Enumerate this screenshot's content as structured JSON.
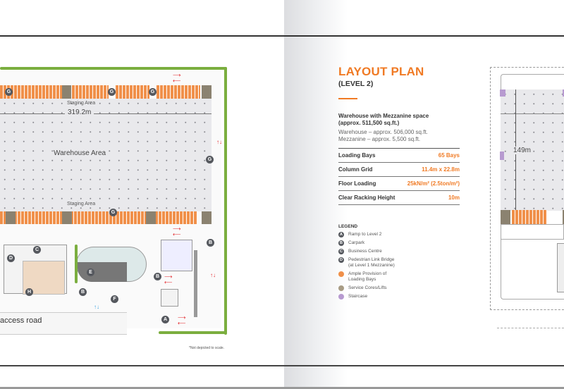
{
  "left_plan": {
    "dimension": "319.2m",
    "warehouse_area": "Warehouse Area",
    "staging_top": "Staging Area",
    "staging_bottom": "Staging Area",
    "access_road": "access road",
    "note": "*Not depicted to scale.",
    "markers": [
      "G",
      "G",
      "G",
      "G",
      "G",
      "A",
      "B",
      "B",
      "B",
      "C",
      "D",
      "E",
      "F",
      "H"
    ]
  },
  "right_plan": {
    "dimension": "149m"
  },
  "info": {
    "title": "LAYOUT PLAN",
    "subtitle": "(LEVEL 2)",
    "summary_line1": "Warehouse with Mezzanine space",
    "summary_line2": "(approx. 511,500 sq.ft.)",
    "detail_line1": "Warehouse – approx. 506,000 sq.ft.",
    "detail_line2": "Mezzanine – approx. 5,500 sq.ft.",
    "specs": [
      {
        "label": "Loading Bays",
        "value": "65 Bays"
      },
      {
        "label": "Column Grid",
        "value": "11.4m x 22.8m"
      },
      {
        "label": "Floor Loading",
        "value": "25kN/m² (2.5ton/m²)"
      },
      {
        "label": "Clear Racking Height",
        "value": "10m"
      }
    ],
    "accent": "#f07a24"
  },
  "legend": {
    "heading": "LEGEND",
    "items": [
      {
        "marker": "A",
        "label": "Ramp to Level 2",
        "color": "#55585e"
      },
      {
        "marker": "B",
        "label": "Carpark",
        "color": "#55585e"
      },
      {
        "marker": "C",
        "label": "Business Centre",
        "color": "#55585e"
      },
      {
        "marker": "D",
        "label": "Pedestrian Link Bridge",
        "label2": "(at Level 1 Mezzanine)",
        "color": "#55585e"
      },
      {
        "marker": "",
        "label": "Ample Provision of",
        "label2": "Loading Bays",
        "color": "#f0904a"
      },
      {
        "marker": "",
        "label": "Service Cores/Lifts",
        "color": "#a89c85"
      },
      {
        "marker": "",
        "label": "Staircase",
        "color": "#b79ad0"
      }
    ]
  }
}
